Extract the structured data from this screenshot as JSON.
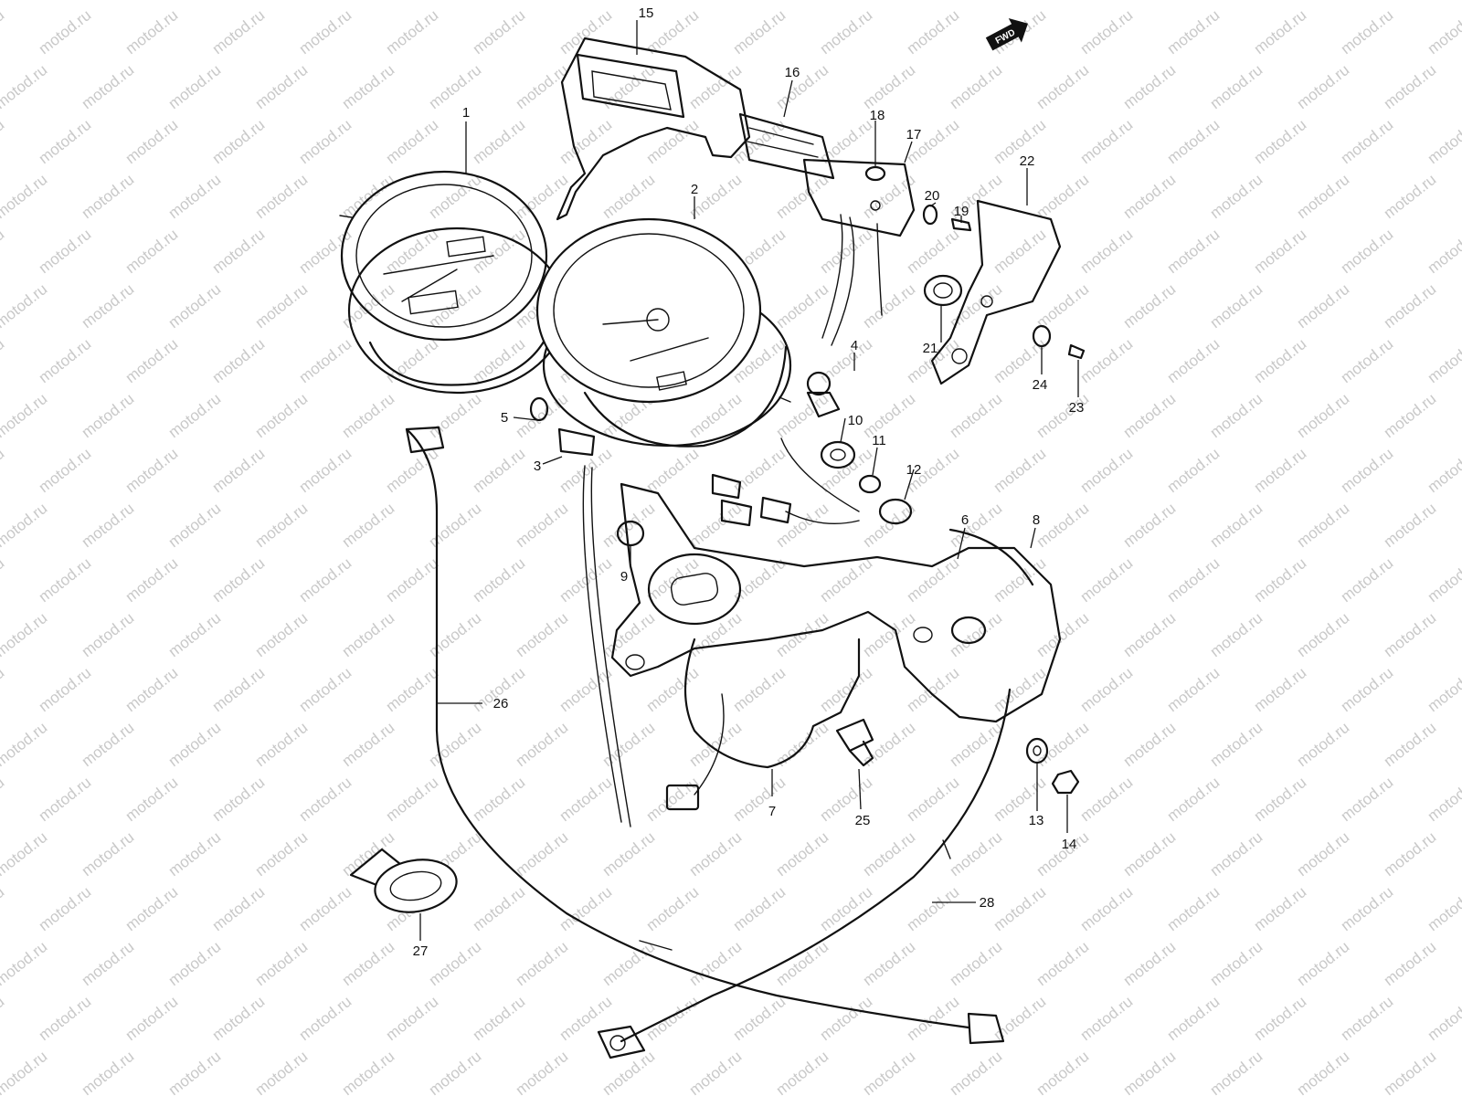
{
  "watermark": {
    "text": "motod.ru"
  },
  "direction_badge": {
    "label": "FWD"
  },
  "callouts": [
    {
      "id": "1",
      "label": "1"
    },
    {
      "id": "2",
      "label": "2"
    },
    {
      "id": "3",
      "label": "3"
    },
    {
      "id": "4",
      "label": "4"
    },
    {
      "id": "5",
      "label": "5"
    },
    {
      "id": "6",
      "label": "6"
    },
    {
      "id": "7",
      "label": "7"
    },
    {
      "id": "8",
      "label": "8"
    },
    {
      "id": "9",
      "label": "9"
    },
    {
      "id": "10",
      "label": "10"
    },
    {
      "id": "11",
      "label": "11"
    },
    {
      "id": "12",
      "label": "12"
    },
    {
      "id": "13",
      "label": "13"
    },
    {
      "id": "14",
      "label": "14"
    },
    {
      "id": "15",
      "label": "15"
    },
    {
      "id": "16",
      "label": "16"
    },
    {
      "id": "17",
      "label": "17"
    },
    {
      "id": "18",
      "label": "18"
    },
    {
      "id": "19",
      "label": "19"
    },
    {
      "id": "20",
      "label": "20"
    },
    {
      "id": "21",
      "label": "21"
    },
    {
      "id": "22",
      "label": "22"
    },
    {
      "id": "23",
      "label": "23"
    },
    {
      "id": "24",
      "label": "24"
    },
    {
      "id": "25",
      "label": "25"
    },
    {
      "id": "26",
      "label": "26"
    },
    {
      "id": "27",
      "label": "27"
    },
    {
      "id": "28",
      "label": "28"
    }
  ]
}
